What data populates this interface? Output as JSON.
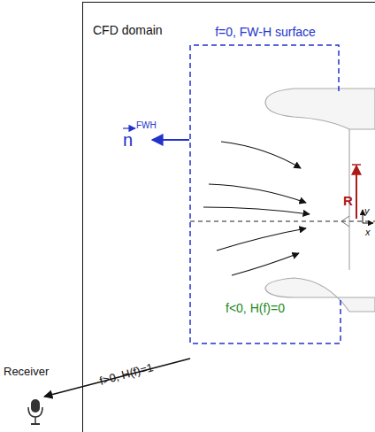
{
  "diagram": {
    "nodes": [
      {
        "text": [
          "CFD domain"
        ]
      },
      {
        "text": [
          "f=0, FW-H surface",
          "f<0, H(f)=0"
        ],
        "in": 0
      }
    ],
    "labels": [
      "n",
      "FWH",
      "R",
      "y",
      "x",
      "Receiver",
      "f>0, H(f)=1"
    ]
  }
}
